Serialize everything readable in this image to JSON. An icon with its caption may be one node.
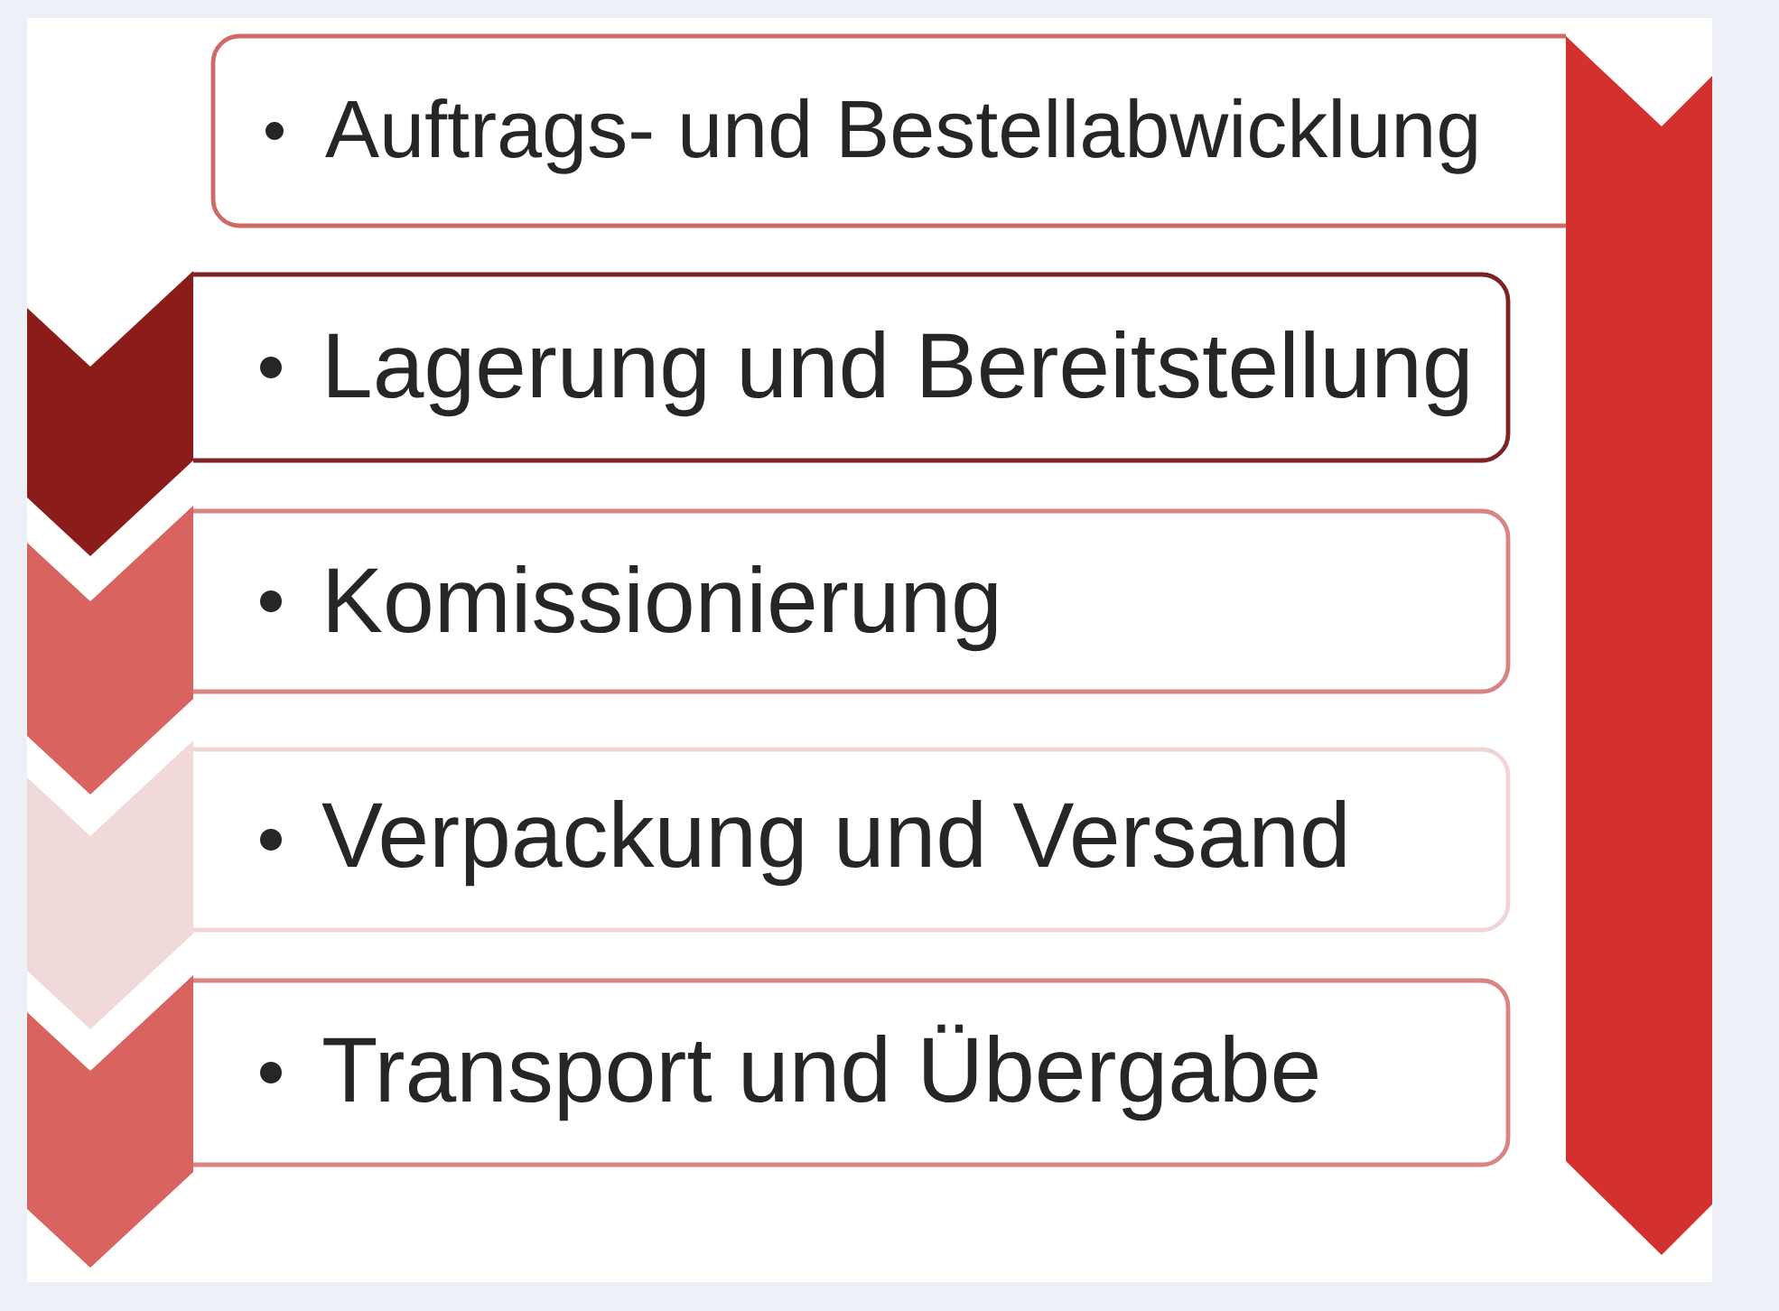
{
  "diagram": {
    "nodes": [
      {
        "text": [
          "Auftrags- und Bestellabwicklung"
        ]
      },
      {
        "text": [
          "Lagerung und Bereitstellung"
        ]
      },
      {
        "text": [
          "Komissionierung"
        ]
      },
      {
        "text": [
          "Verpackung und Versand"
        ]
      },
      {
        "text": [
          "Transport und Übergabe"
        ]
      }
    ]
  }
}
